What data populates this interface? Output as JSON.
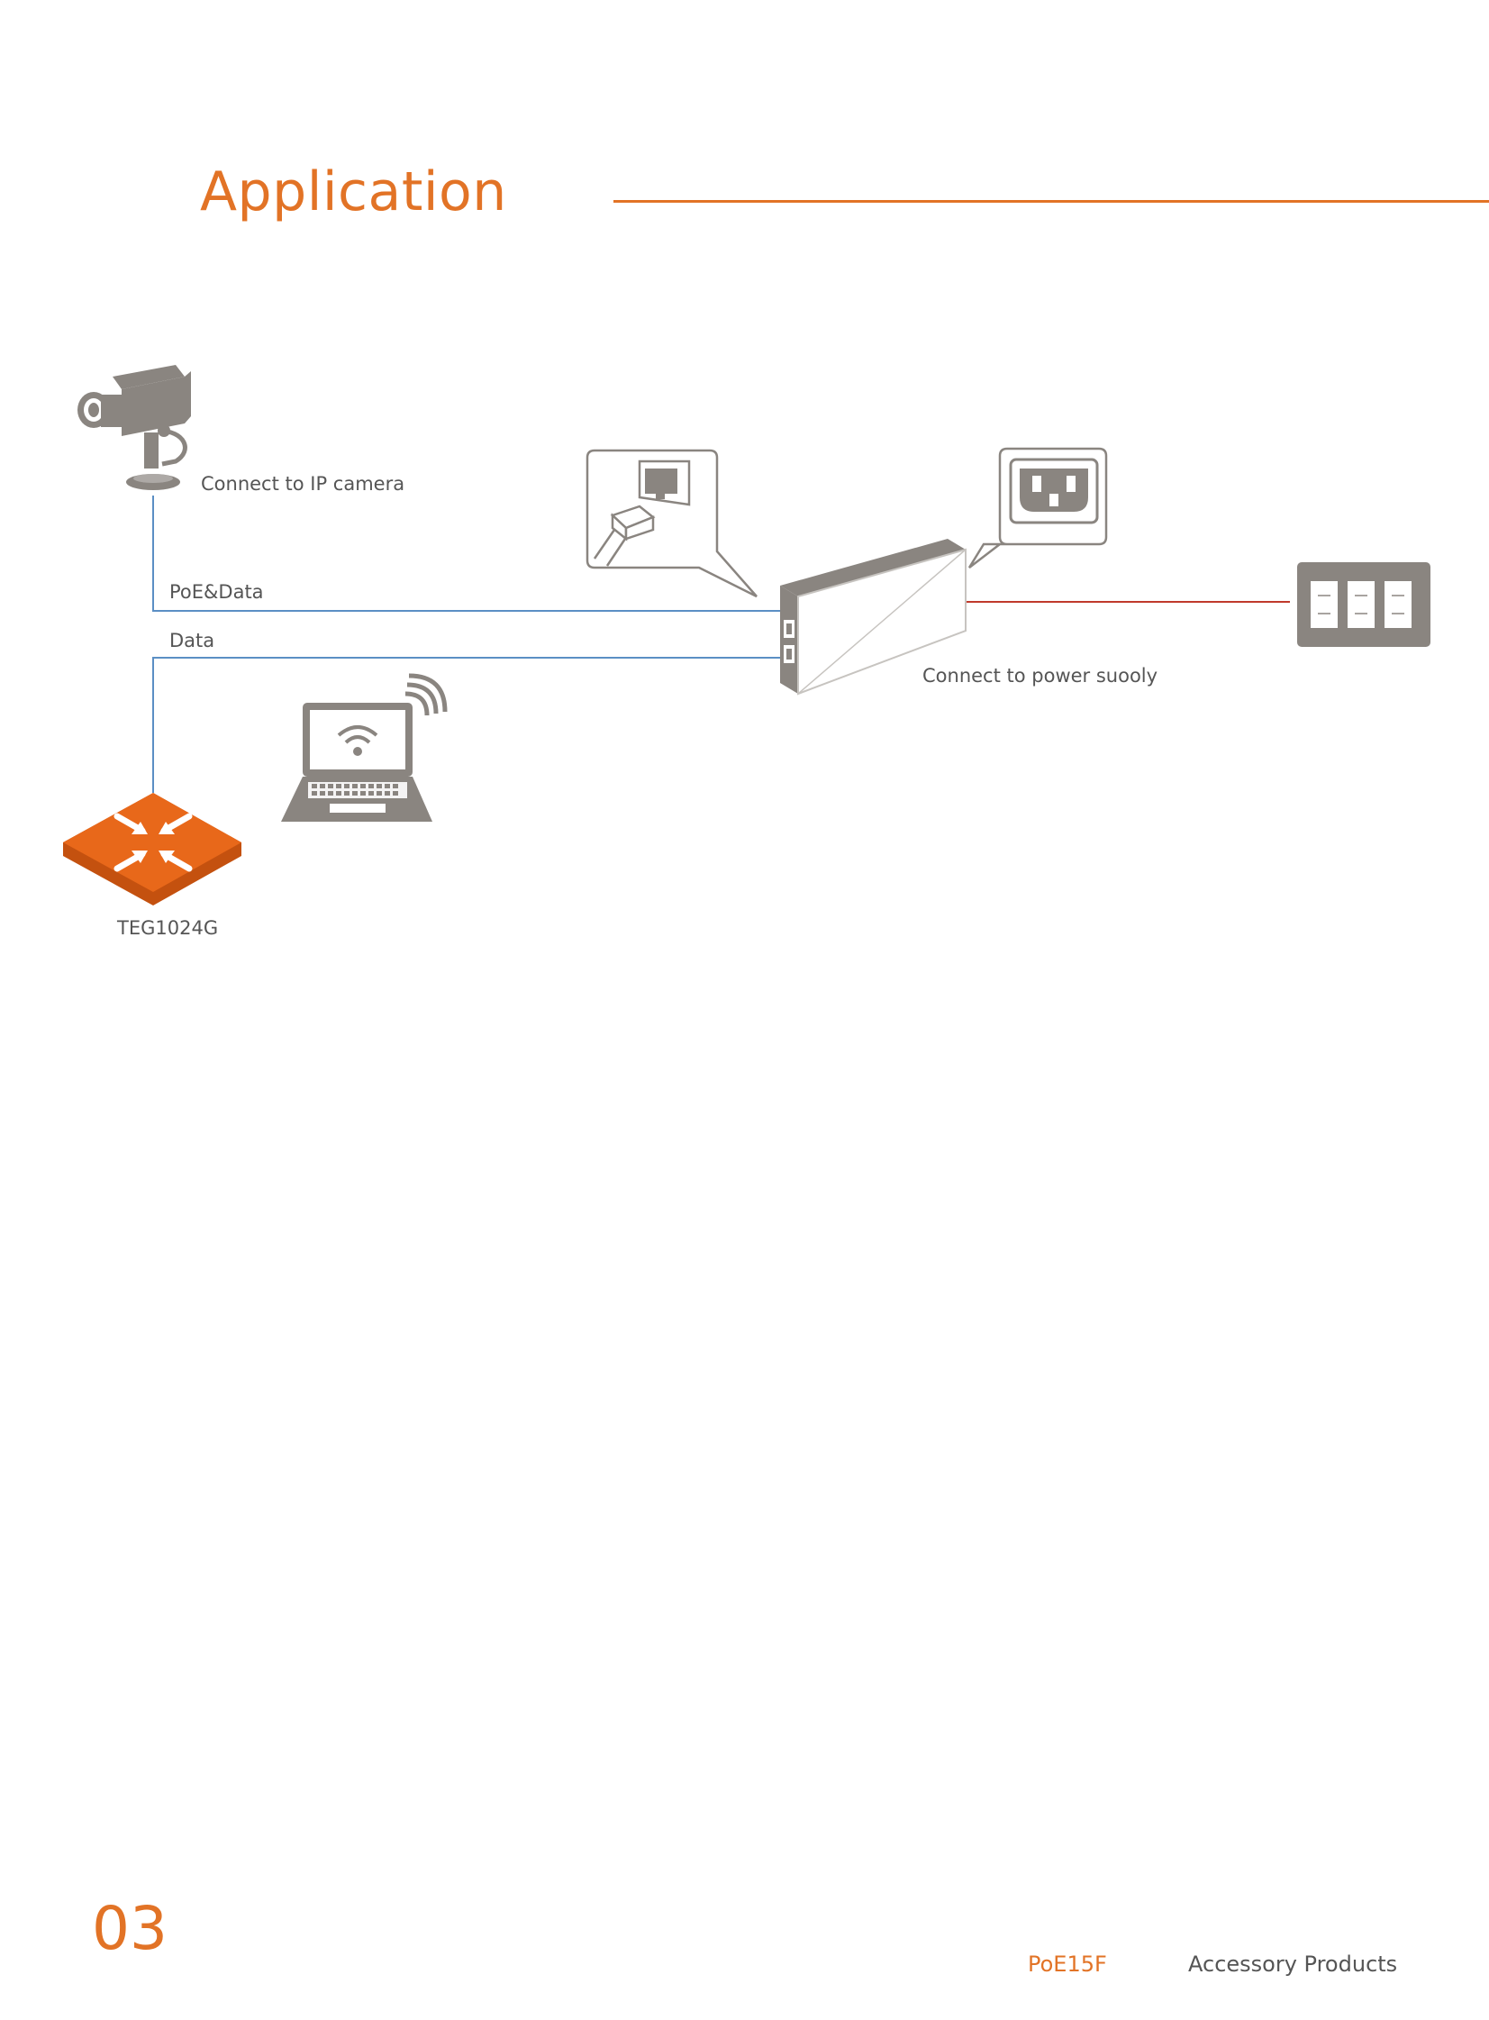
{
  "page": {
    "title": "Application",
    "page_number": "03",
    "footer_model": "PoE15F",
    "footer_category": "Accessory Products"
  },
  "diagram": {
    "labels": {
      "camera": "Connect to IP camera",
      "poe_data": "PoE&Data",
      "data": "Data",
      "power": "Connect to power suooly",
      "switch": "TEG1024G"
    }
  },
  "colors": {
    "accent": "#e27326",
    "device_gray": "#8a8580",
    "data_line": "#5b8fc4",
    "power_line": "#c0392b",
    "text": "#555555"
  },
  "icons": [
    "ip-camera-icon",
    "rj45-connector-icon",
    "power-socket-icon",
    "poe-injector-icon",
    "power-strip-icon",
    "laptop-wifi-icon",
    "network-switch-icon"
  ]
}
